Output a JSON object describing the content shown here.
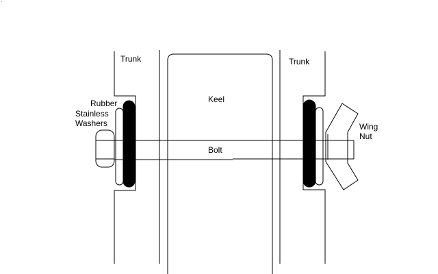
{
  "labels": {
    "trunk_left": "Trunk",
    "trunk_right": "Trunk",
    "keel": "Keel",
    "rubber": "Rubber",
    "stainless": "Stainless",
    "washers": "Washers",
    "bolt": "Bolt",
    "wing": "Wing",
    "nut": "Nut"
  },
  "colors": {
    "line": "#000000",
    "background": "#ffffff",
    "rubber_fill": "#000000"
  }
}
